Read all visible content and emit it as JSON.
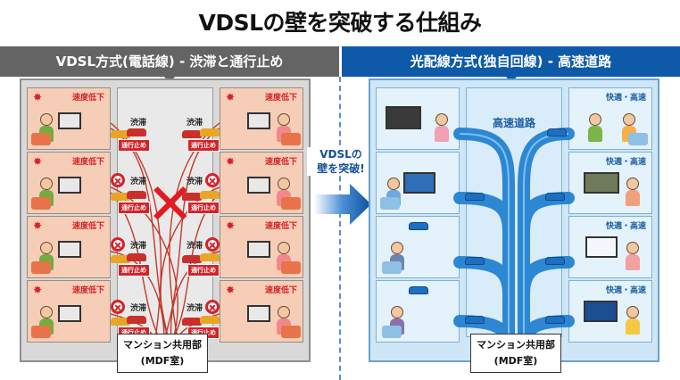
{
  "title": "VDSLの壁を突破する仕組み",
  "left_panel": {
    "header": "VDSL方式(電話線) - 渋滞と通行止め",
    "room_label": "速度低下",
    "jam_label": "渋滞",
    "stop_label": "通行止め",
    "mdf_line1": "マンション共用部",
    "mdf_line2": "(MDF室)",
    "colors": {
      "header": "#646464",
      "alert": "#d2232a",
      "room": "#f6cdb6"
    }
  },
  "right_panel": {
    "header": "光配線方式(独自回線) - 高速道路",
    "highway_label": "高速道路",
    "room_label": "快適・高速",
    "mdf_line1": "マンション共用部",
    "mdf_line2": "(MDF室)",
    "colors": {
      "header": "#0e5aa8",
      "road": "#1f7fd0",
      "room": "#e4f2fc"
    }
  },
  "transition": {
    "line1": "VDSLの",
    "line2": "壁を突破!"
  }
}
